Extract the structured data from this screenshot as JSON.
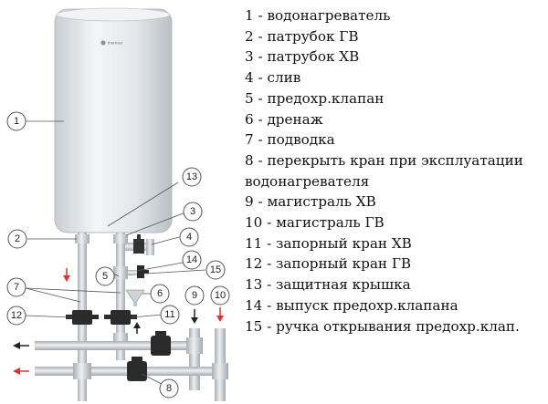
{
  "tank": {
    "brand": "thermex"
  },
  "callouts": [
    "1",
    "2",
    "3",
    "4",
    "5",
    "6",
    "7",
    "8",
    "9",
    "10",
    "11",
    "12",
    "13",
    "14",
    "15"
  ],
  "legend": [
    "1 - водонагреватель",
    "2 - патрубок ГВ",
    "3 - патрубок ХВ",
    "4 - слив",
    "5 - предохр.клапан",
    "6 - дренаж",
    "7 - подводка",
    "8 - перекрыть кран при эксплуатации",
    "водонагревателя",
    "9 - магистраль ХВ",
    "10 - магистраль ГВ",
    "11 - запорный кран ХВ",
    "12 - запорный кран ГВ",
    "13 - защитная крышка",
    "14 - выпуск предохр.клапана",
    "15 - ручка открывания предохр.клап."
  ],
  "colors": {
    "pipe": "#c9ced3",
    "valve": "#2b2b2b",
    "arrow_hot": "#d3372f",
    "arrow_cold": "#222222",
    "tank": "#e6e9ec"
  }
}
